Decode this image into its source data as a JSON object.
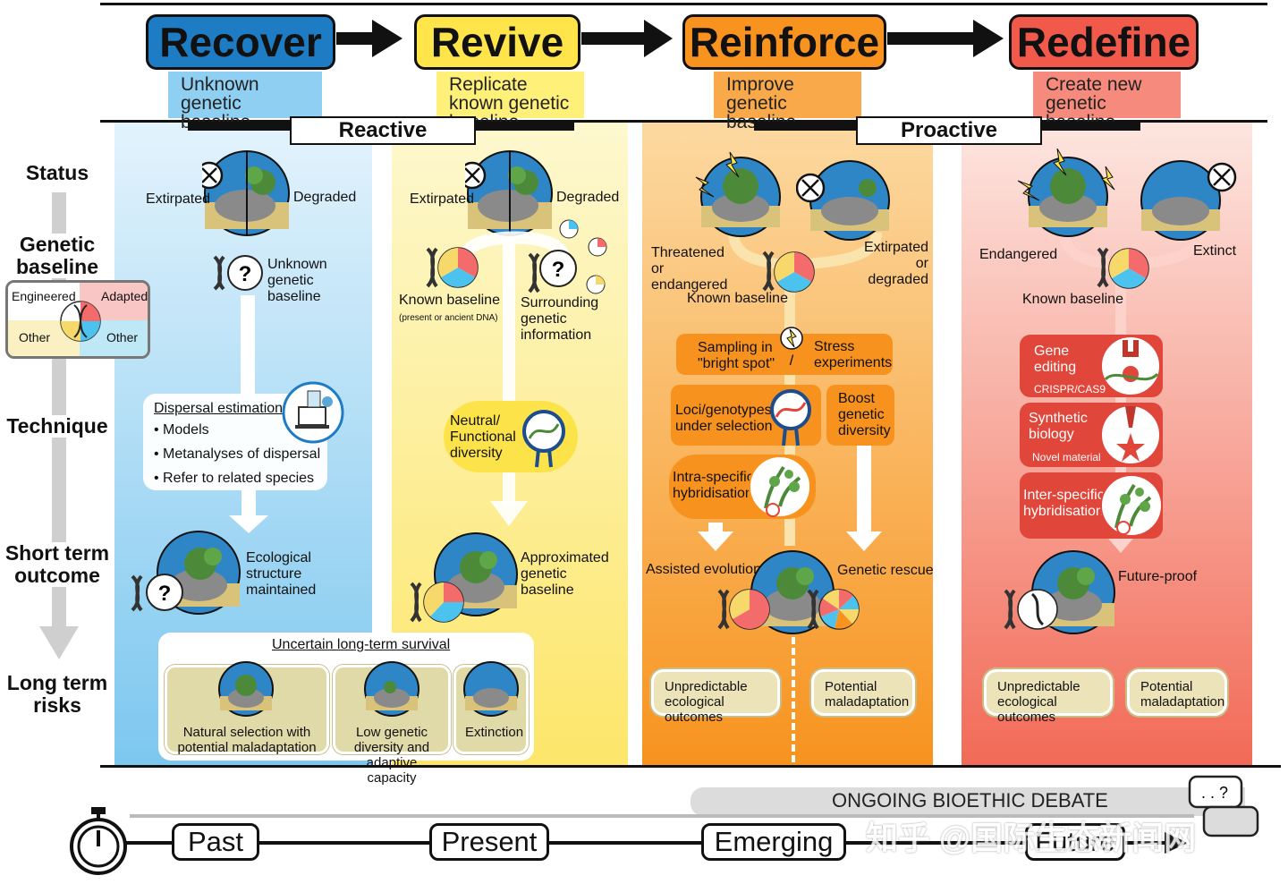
{
  "stages": [
    {
      "title": "Recover",
      "subtitle": "Unknown genetic baseline",
      "color": "#1e7cc4",
      "sub_bg": "#8fd0f2"
    },
    {
      "title": "Revive",
      "subtitle": "Replicate known genetic baseline",
      "color": "#ffe44a",
      "sub_bg": "#fff07a"
    },
    {
      "title": "Reinforce",
      "subtitle": "Improve genetic baseline",
      "color": "#f7931e",
      "sub_bg": "#f9a94a"
    },
    {
      "title": "Redefine",
      "subtitle": "Create new genetic baseline",
      "color": "#f15a4a",
      "sub_bg": "#f68a7c"
    }
  ],
  "modes": {
    "reactive": "Reactive",
    "proactive": "Proactive"
  },
  "rows": {
    "status": "Status",
    "genetic_baseline": "Genetic baseline",
    "technique": "Technique",
    "short_term": "Short term outcome",
    "long_term": "Long term risks"
  },
  "legend": {
    "engineered": "Engineered",
    "adapted": "Adapted",
    "other_left": "Other",
    "other_right": "Other"
  },
  "recover": {
    "extirpated": "Extirpated",
    "degraded": "Degraded",
    "unknown_baseline": "Unknown genetic baseline",
    "dispersal_title": "Dispersal estimations:",
    "dispersal_items": [
      "Models",
      "Metanalyses of dispersal",
      "Refer to related species"
    ],
    "outcome": "Ecological structure maintained",
    "uncertain": "Uncertain long-term survival",
    "risk_natural": "Natural selection with potential maladaptation",
    "risk_low": "Low genetic diversity and adaptive capacity",
    "risk_extinction": "Extinction"
  },
  "revive": {
    "extirpated": "Extirpated",
    "degraded": "Degraded",
    "known_baseline": "Known baseline",
    "known_note": "(present or ancient DNA)",
    "surrounding": "Surrounding genetic information",
    "neutral": "Neutral/ Functional diversity",
    "outcome": "Approximated genetic baseline"
  },
  "reinforce": {
    "threatened": "Threatened or endangered",
    "extirpated": "Extirpated or degraded",
    "known_baseline": "Known baseline",
    "sampling": "Sampling in \"bright spot\"",
    "stress": "Stress experiments",
    "loci": "Loci/genotypes under selection",
    "boost": "Boost genetic diversity",
    "intra": "Intra-specific hybridisation",
    "assisted": "Assisted evolution",
    "rescue": "Genetic rescue",
    "risk_unpredictable": "Unpredictable ecological outcomes",
    "risk_maladaptation": "Potential maladaptation"
  },
  "redefine": {
    "endangered": "Endangered",
    "extinct": "Extinct",
    "known_baseline": "Known baseline",
    "gene_editing": "Gene editing",
    "crispr": "CRISPR/CAS9",
    "synthetic": "Synthetic biology",
    "novel": "Novel material",
    "inter": "Inter-specific hybridisation",
    "outcome": "Future-proof",
    "risk_unpredictable": "Unpredictable ecological outcomes",
    "risk_maladaptation": "Potential maladaptation"
  },
  "timeline": {
    "past": "Past",
    "present": "Present",
    "emerging": "Emerging",
    "future": "Future",
    "debate": "ONGOING BIOETHIC DEBATE",
    "watermark": "知乎 @国际生态新闻网"
  }
}
